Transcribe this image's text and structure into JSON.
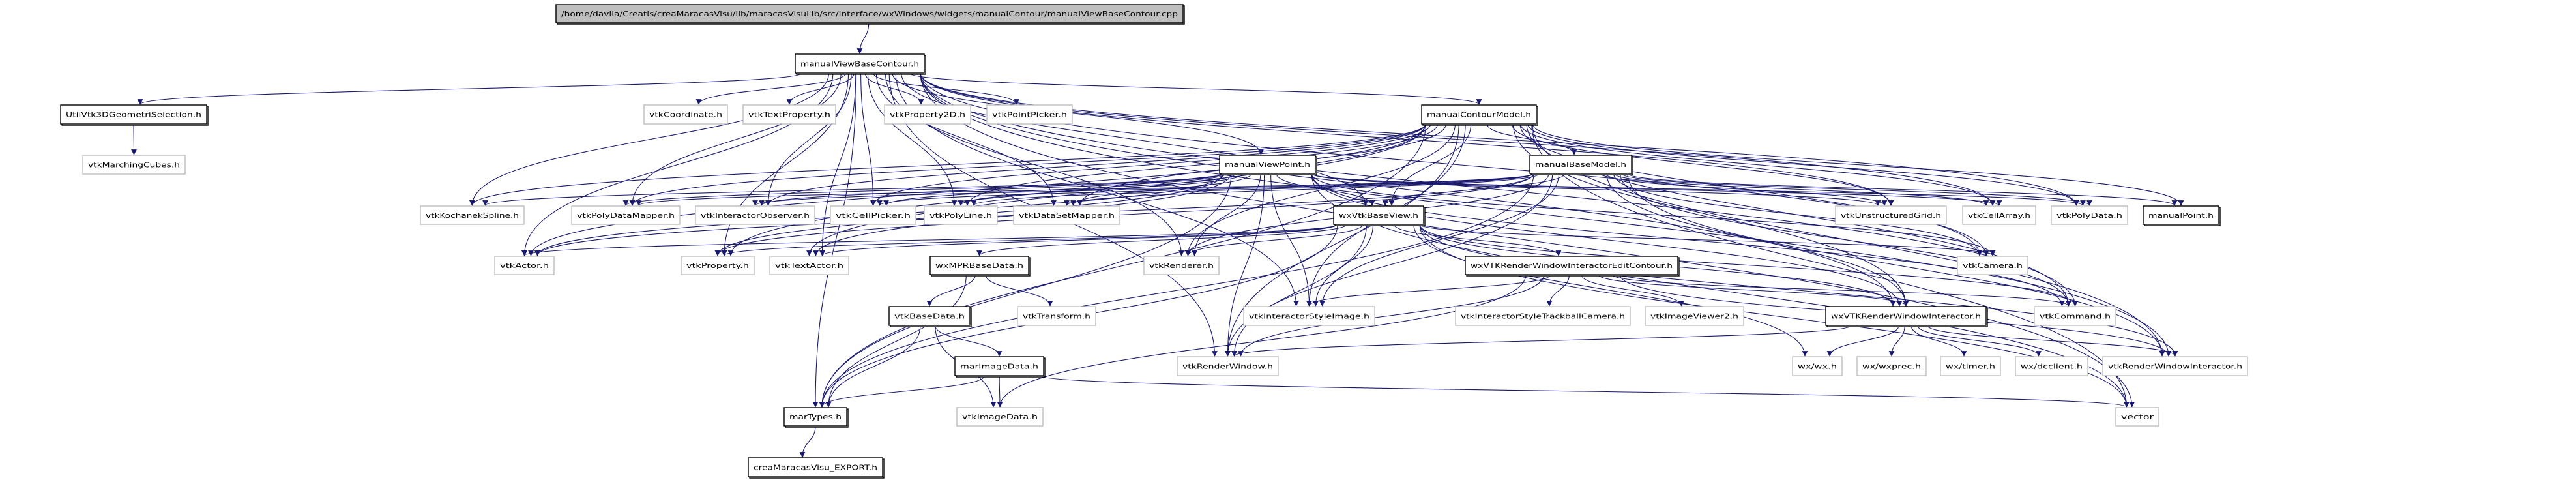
{
  "graph": {
    "edge_color": "#191970",
    "root_fill": "#bfbfbf",
    "nodes": [
      {
        "id": "root",
        "label": "/home/davila/Creatis/creaMaracasVisu/lib/maracasVisuLib/src/interface/wxWindows/widgets/manualContour/manualViewBaseContour.cpp",
        "kind": "root"
      },
      {
        "id": "mvbc",
        "label": "manualViewBaseContour.h",
        "kind": "doc"
      },
      {
        "id": "util3d",
        "label": "UtilVtk3DGeometriSelection.h",
        "kind": "doc"
      },
      {
        "id": "marching",
        "label": "vtkMarchingCubes.h",
        "kind": "ext"
      },
      {
        "id": "coord",
        "label": "vtkCoordinate.h",
        "kind": "ext"
      },
      {
        "id": "textprop",
        "label": "vtkTextProperty.h",
        "kind": "ext"
      },
      {
        "id": "prop2d",
        "label": "vtkProperty2D.h",
        "kind": "ext"
      },
      {
        "id": "pointpicker",
        "label": "vtkPointPicker.h",
        "kind": "ext"
      },
      {
        "id": "mcm",
        "label": "manualContourModel.h",
        "kind": "doc"
      },
      {
        "id": "mvp",
        "label": "manualViewPoint.h",
        "kind": "doc"
      },
      {
        "id": "mbm",
        "label": "manualBaseModel.h",
        "kind": "doc"
      },
      {
        "id": "kochanek",
        "label": "vtkKochanekSpline.h",
        "kind": "ext"
      },
      {
        "id": "pdmapper",
        "label": "vtkPolyDataMapper.h",
        "kind": "ext"
      },
      {
        "id": "iobserver",
        "label": "vtkInteractorObserver.h",
        "kind": "ext"
      },
      {
        "id": "cellpicker",
        "label": "vtkCellPicker.h",
        "kind": "ext"
      },
      {
        "id": "polyline",
        "label": "vtkPolyLine.h",
        "kind": "ext"
      },
      {
        "id": "dsmapper",
        "label": "vtkDataSetMapper.h",
        "kind": "ext"
      },
      {
        "id": "wxvtkbase",
        "label": "wxVtkBaseView.h",
        "kind": "doc"
      },
      {
        "id": "ugrid",
        "label": "vtkUnstructuredGrid.h",
        "kind": "ext"
      },
      {
        "id": "cellarray",
        "label": "vtkCellArray.h",
        "kind": "ext"
      },
      {
        "id": "polydata",
        "label": "vtkPolyData.h",
        "kind": "ext"
      },
      {
        "id": "mpoint",
        "label": "manualPoint.h",
        "kind": "doc"
      },
      {
        "id": "actor",
        "label": "vtkActor.h",
        "kind": "ext"
      },
      {
        "id": "property",
        "label": "vtkProperty.h",
        "kind": "ext"
      },
      {
        "id": "textactor",
        "label": "vtkTextActor.h",
        "kind": "ext"
      },
      {
        "id": "mprbase",
        "label": "wxMPRBaseData.h",
        "kind": "doc"
      },
      {
        "id": "renderer",
        "label": "vtkRenderer.h",
        "kind": "ext"
      },
      {
        "id": "editcontour",
        "label": "wxVTKRenderWindowInteractorEditContour.h",
        "kind": "doc"
      },
      {
        "id": "camera",
        "label": "vtkCamera.h",
        "kind": "ext"
      },
      {
        "id": "basedata",
        "label": "vtkBaseData.h",
        "kind": "doc"
      },
      {
        "id": "transform",
        "label": "vtkTransform.h",
        "kind": "ext"
      },
      {
        "id": "styleimage",
        "label": "vtkInteractorStyleImage.h",
        "kind": "ext"
      },
      {
        "id": "trackball",
        "label": "vtkInteractorStyleTrackballCamera.h",
        "kind": "ext"
      },
      {
        "id": "viewer2",
        "label": "vtkImageViewer2.h",
        "kind": "ext"
      },
      {
        "id": "wxrwi",
        "label": "wxVTKRenderWindowInteractor.h",
        "kind": "doc"
      },
      {
        "id": "command",
        "label": "vtkCommand.h",
        "kind": "ext"
      },
      {
        "id": "marimage",
        "label": "marImageData.h",
        "kind": "doc"
      },
      {
        "id": "renderwindow",
        "label": "vtkRenderWindow.h",
        "kind": "ext"
      },
      {
        "id": "wxwx",
        "label": "wx/wx.h",
        "kind": "ext"
      },
      {
        "id": "wxprec",
        "label": "wx/wxprec.h",
        "kind": "ext"
      },
      {
        "id": "wxtimer",
        "label": "wx/timer.h",
        "kind": "ext"
      },
      {
        "id": "wxdc",
        "label": "wx/dcclient.h",
        "kind": "ext"
      },
      {
        "id": "rwi",
        "label": "vtkRenderWindowInteractor.h",
        "kind": "ext"
      },
      {
        "id": "martypes",
        "label": "marTypes.h",
        "kind": "doc"
      },
      {
        "id": "imagedata",
        "label": "vtkImageData.h",
        "kind": "ext"
      },
      {
        "id": "vector",
        "label": "vector",
        "kind": "ext"
      },
      {
        "id": "export",
        "label": "creaMaracasVisu_EXPORT.h",
        "kind": "doc"
      }
    ],
    "edges": [
      [
        "root",
        "mvbc"
      ],
      [
        "mvbc",
        "util3d"
      ],
      [
        "mvbc",
        "coord"
      ],
      [
        "mvbc",
        "textprop"
      ],
      [
        "mvbc",
        "prop2d"
      ],
      [
        "mvbc",
        "pointpicker"
      ],
      [
        "mvbc",
        "mcm"
      ],
      [
        "mvbc",
        "mvp"
      ],
      [
        "mvbc",
        "wxvtkbase"
      ],
      [
        "mvbc",
        "kochanek"
      ],
      [
        "mvbc",
        "pdmapper"
      ],
      [
        "mvbc",
        "iobserver"
      ],
      [
        "mvbc",
        "cellpicker"
      ],
      [
        "mvbc",
        "polyline"
      ],
      [
        "mvbc",
        "dsmapper"
      ],
      [
        "mvbc",
        "ugrid"
      ],
      [
        "mvbc",
        "cellarray"
      ],
      [
        "mvbc",
        "polydata"
      ],
      [
        "mvbc",
        "actor"
      ],
      [
        "mvbc",
        "property"
      ],
      [
        "mvbc",
        "textactor"
      ],
      [
        "mvbc",
        "renderer"
      ],
      [
        "mvbc",
        "camera"
      ],
      [
        "mvbc",
        "wxrwi"
      ],
      [
        "mvbc",
        "command"
      ],
      [
        "mvbc",
        "rwi"
      ],
      [
        "mvbc",
        "renderwindow"
      ],
      [
        "mvbc",
        "martypes"
      ],
      [
        "mvbc",
        "vector"
      ],
      [
        "mvbc",
        "styleimage"
      ],
      [
        "util3d",
        "marching"
      ],
      [
        "mcm",
        "mbm"
      ],
      [
        "mcm",
        "wxvtkbase"
      ],
      [
        "mcm",
        "kochanek"
      ],
      [
        "mcm",
        "pdmapper"
      ],
      [
        "mcm",
        "iobserver"
      ],
      [
        "mcm",
        "cellpicker"
      ],
      [
        "mcm",
        "polyline"
      ],
      [
        "mcm",
        "dsmapper"
      ],
      [
        "mcm",
        "ugrid"
      ],
      [
        "mcm",
        "cellarray"
      ],
      [
        "mcm",
        "polydata"
      ],
      [
        "mcm",
        "mpoint"
      ],
      [
        "mcm",
        "actor"
      ],
      [
        "mcm",
        "property"
      ],
      [
        "mcm",
        "textactor"
      ],
      [
        "mcm",
        "renderer"
      ],
      [
        "mcm",
        "camera"
      ],
      [
        "mcm",
        "wxrwi"
      ],
      [
        "mcm",
        "command"
      ],
      [
        "mcm",
        "rwi"
      ],
      [
        "mcm",
        "renderwindow"
      ],
      [
        "mcm",
        "martypes"
      ],
      [
        "mcm",
        "vector"
      ],
      [
        "mcm",
        "styleimage"
      ],
      [
        "mvp",
        "wxvtkbase"
      ],
      [
        "mvp",
        "kochanek"
      ],
      [
        "mvp",
        "pdmapper"
      ],
      [
        "mvp",
        "iobserver"
      ],
      [
        "mvp",
        "cellpicker"
      ],
      [
        "mvp",
        "polyline"
      ],
      [
        "mvp",
        "dsmapper"
      ],
      [
        "mvp",
        "ugrid"
      ],
      [
        "mvp",
        "cellarray"
      ],
      [
        "mvp",
        "polydata"
      ],
      [
        "mvp",
        "actor"
      ],
      [
        "mvp",
        "property"
      ],
      [
        "mvp",
        "textactor"
      ],
      [
        "mvp",
        "renderer"
      ],
      [
        "mvp",
        "camera"
      ],
      [
        "mvp",
        "wxrwi"
      ],
      [
        "mvp",
        "command"
      ],
      [
        "mvp",
        "renderwindow"
      ],
      [
        "mvp",
        "martypes"
      ],
      [
        "mvp",
        "vector"
      ],
      [
        "mvp",
        "styleimage"
      ],
      [
        "mbm",
        "wxvtkbase"
      ],
      [
        "mbm",
        "pdmapper"
      ],
      [
        "mbm",
        "iobserver"
      ],
      [
        "mbm",
        "cellpicker"
      ],
      [
        "mbm",
        "polyline"
      ],
      [
        "mbm",
        "dsmapper"
      ],
      [
        "mbm",
        "ugrid"
      ],
      [
        "mbm",
        "cellarray"
      ],
      [
        "mbm",
        "polydata"
      ],
      [
        "mbm",
        "mpoint"
      ],
      [
        "mbm",
        "actor"
      ],
      [
        "mbm",
        "property"
      ],
      [
        "mbm",
        "renderer"
      ],
      [
        "mbm",
        "camera"
      ],
      [
        "mbm",
        "wxrwi"
      ],
      [
        "mbm",
        "command"
      ],
      [
        "mbm",
        "rwi"
      ],
      [
        "mbm",
        "renderwindow"
      ],
      [
        "mbm",
        "martypes"
      ],
      [
        "mbm",
        "styleimage"
      ],
      [
        "wxvtkbase",
        "actor"
      ],
      [
        "wxvtkbase",
        "property"
      ],
      [
        "wxvtkbase",
        "textactor"
      ],
      [
        "wxvtkbase",
        "mprbase"
      ],
      [
        "wxvtkbase",
        "renderer"
      ],
      [
        "wxvtkbase",
        "editcontour"
      ],
      [
        "wxvtkbase",
        "camera"
      ],
      [
        "wxvtkbase",
        "styleimage"
      ],
      [
        "wxvtkbase",
        "wxrwi"
      ],
      [
        "wxvtkbase",
        "command"
      ],
      [
        "wxvtkbase",
        "renderwindow"
      ],
      [
        "wxvtkbase",
        "wxwx"
      ],
      [
        "wxvtkbase",
        "rwi"
      ],
      [
        "wxvtkbase",
        "martypes"
      ],
      [
        "wxvtkbase",
        "vector"
      ],
      [
        "mprbase",
        "basedata"
      ],
      [
        "mprbase",
        "transform"
      ],
      [
        "mprbase",
        "martypes"
      ],
      [
        "basedata",
        "marimage"
      ],
      [
        "basedata",
        "imagedata"
      ],
      [
        "basedata",
        "martypes"
      ],
      [
        "marimage",
        "imagedata"
      ],
      [
        "marimage",
        "martypes"
      ],
      [
        "marimage",
        "vector"
      ],
      [
        "editcontour",
        "styleimage"
      ],
      [
        "editcontour",
        "trackball"
      ],
      [
        "editcontour",
        "viewer2"
      ],
      [
        "editcontour",
        "wxrwi"
      ],
      [
        "editcontour",
        "command"
      ],
      [
        "editcontour",
        "renderwindow"
      ],
      [
        "editcontour",
        "imagedata"
      ],
      [
        "editcontour",
        "rwi"
      ],
      [
        "wxrwi",
        "wxwx"
      ],
      [
        "wxrwi",
        "wxprec"
      ],
      [
        "wxrwi",
        "wxtimer"
      ],
      [
        "wxrwi",
        "wxdc"
      ],
      [
        "wxrwi",
        "rwi"
      ],
      [
        "wxrwi",
        "renderwindow"
      ],
      [
        "martypes",
        "export"
      ]
    ]
  }
}
